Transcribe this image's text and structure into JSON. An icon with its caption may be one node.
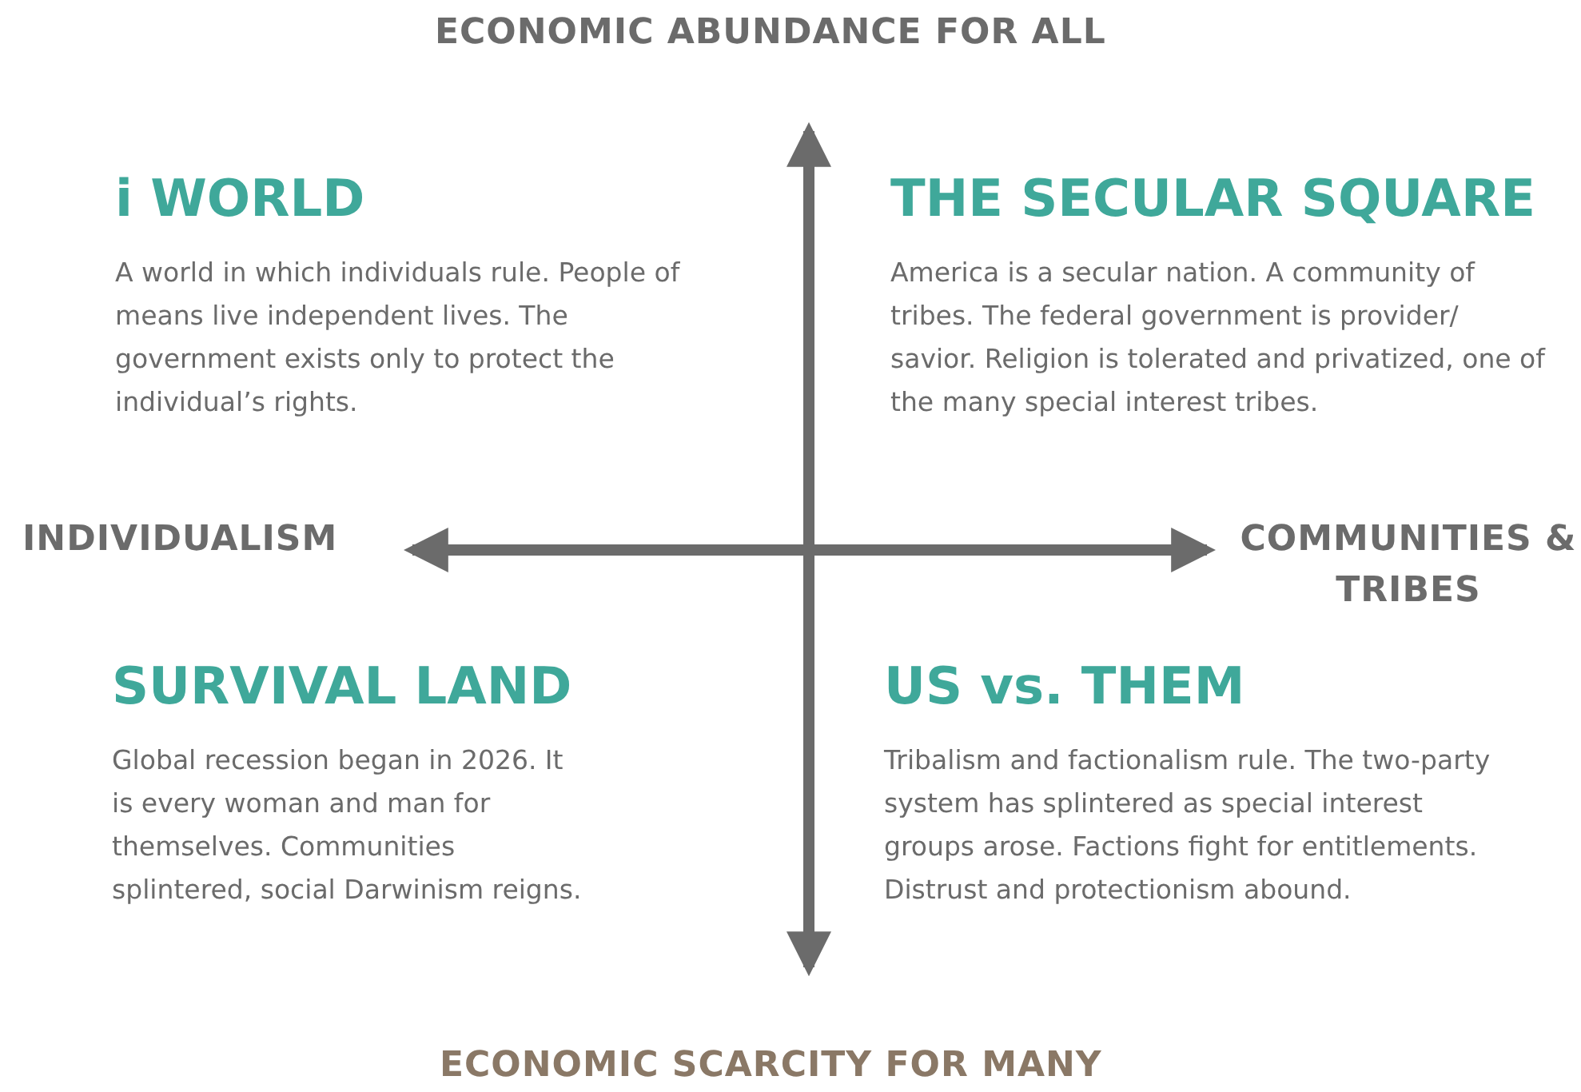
{
  "diagram": {
    "labels": [
      "ECONOMIC ABUNDANCE FOR ALL",
      "i WORLD",
      "A world in which individuals rule. People of means live independent lives. The government exists only to protect the individual’s rights.",
      "THE SECULAR SQUARE",
      "America is a secular nation. A community of tribes. The federal government is provider/ savior. Religion is tolerated and privatized, one of the many special interest tribes.",
      "INDIVIDUALISM",
      "COMMUNITIES & TRIBES",
      "SURVIVAL LAND",
      "Global recession began in 2026. It is every woman and man for themselves. Communities splintered, social Darwinism reigns.",
      "US vs. THEM",
      "Tribalism and factionalism rule. The two-party system has splintered as special interest groups arose. Factions fight for entitlements. Distrust and protectionism abound.",
      "ECONOMIC SCARCITY FOR MANY"
    ]
  }
}
